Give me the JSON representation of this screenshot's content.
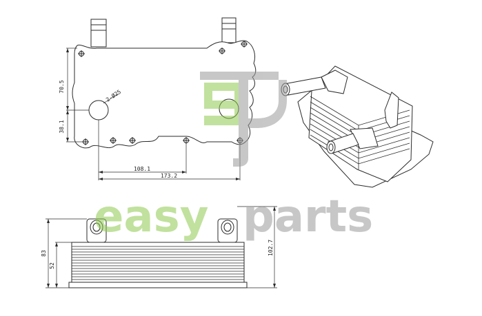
{
  "dimensions": {
    "top_view": {
      "height_upper": "70.5",
      "height_lower": "38.1",
      "hole_diameter": "2-Ø25",
      "width_inner": "108.1",
      "width_total": "173.2"
    },
    "side_view": {
      "height_total": "102.7",
      "height_outer": "83",
      "height_inner": "52"
    }
  },
  "watermark": {
    "brand": "easyparts",
    "easy_part": "easy",
    "parts_part": "parts",
    "logo_letters": "ep"
  },
  "colors": {
    "line": "#2a2a2a",
    "watermark_green": "#8fca4f",
    "watermark_gray": "#9b9b9b"
  }
}
